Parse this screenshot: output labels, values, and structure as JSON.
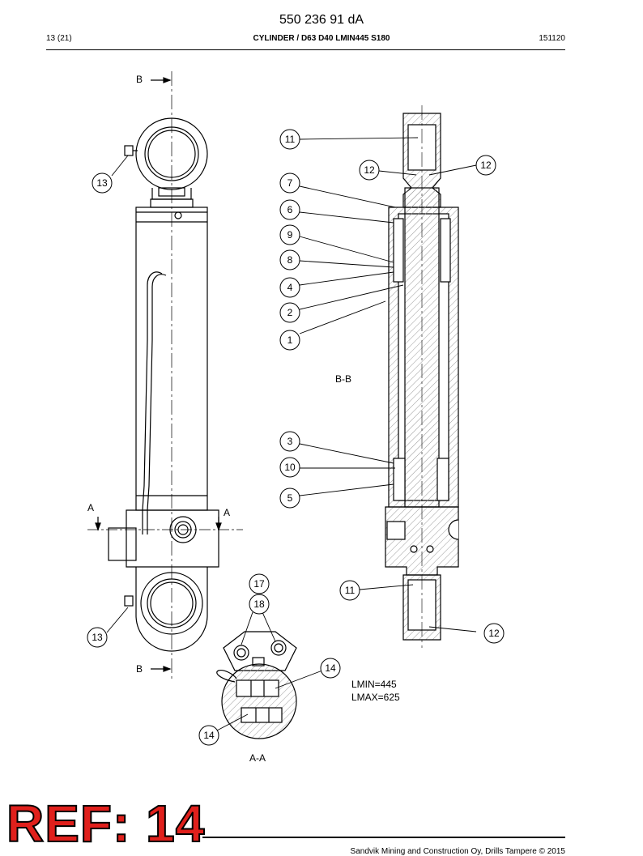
{
  "header": {
    "doc_number": "550 236 91 dA",
    "page": "13 (21)",
    "title": "CYLINDER / D63 D40 LMIN445 S180",
    "code": "151120"
  },
  "section_labels": {
    "b_top": "B",
    "b_bottom": "B",
    "a_left": "A",
    "a_right": "A",
    "view_bb": "B-B",
    "view_aa": "A-A"
  },
  "callouts": {
    "c11_top": "11",
    "c12_left": "12",
    "c12_right": "12",
    "c13_top": "13",
    "c7": "7",
    "c6": "6",
    "c9": "9",
    "c8": "8",
    "c4": "4",
    "c2": "2",
    "c1": "1",
    "c3": "3",
    "c10": "10",
    "c5": "5",
    "c17": "17",
    "c18": "18",
    "c11_bottom": "11",
    "c12_bottom": "12",
    "c13_bottom": "13",
    "c14_top": "14",
    "c14_bottom": "14"
  },
  "notes": {
    "lmin": "LMIN=445",
    "lmax": "LMAX=625"
  },
  "stamp": "REF: 14",
  "footer": "Sandvik Mining and Construction Oy, Drills Tampere © 2015"
}
